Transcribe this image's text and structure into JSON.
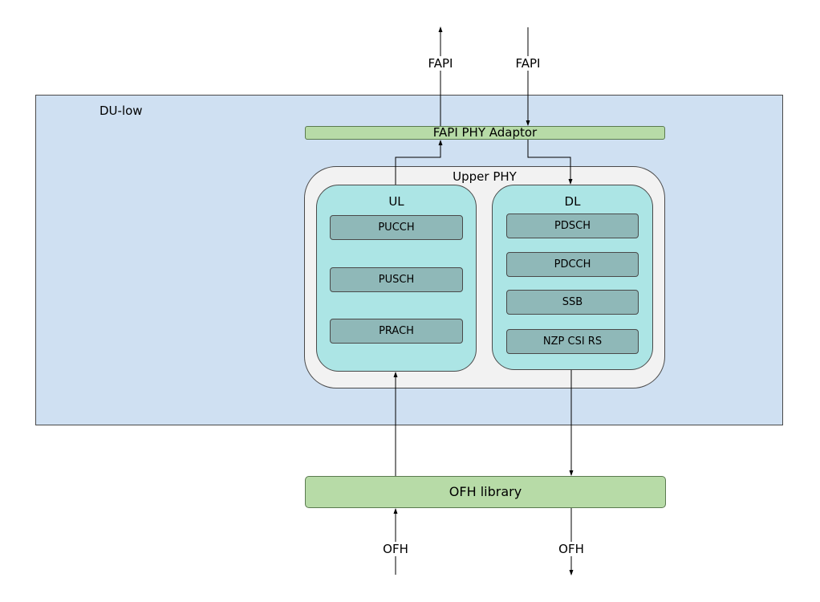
{
  "du_low": {
    "title": "DU-low"
  },
  "fapi_adaptor": {
    "label": "FAPI PHY Adaptor"
  },
  "upper_phy": {
    "title": "Upper PHY",
    "ul": {
      "title": "UL",
      "channels": [
        "PUCCH",
        "PUSCH",
        "PRACH"
      ]
    },
    "dl": {
      "title": "DL",
      "channels": [
        "PDSCH",
        "PDCCH",
        "SSB",
        "NZP CSI RS"
      ]
    }
  },
  "ofh_library": {
    "label": "OFH library"
  },
  "interfaces": {
    "fapi_out": "FAPI",
    "fapi_in": "FAPI",
    "ofh_in": "OFH",
    "ofh_out": "OFH"
  },
  "colors": {
    "du_low_fill": "#cfe0f2",
    "green_fill": "#b7dba7",
    "group_fill": "#ace5e5",
    "channel_fill": "#8fb8b8",
    "upper_phy_fill": "#f2f2f2"
  }
}
